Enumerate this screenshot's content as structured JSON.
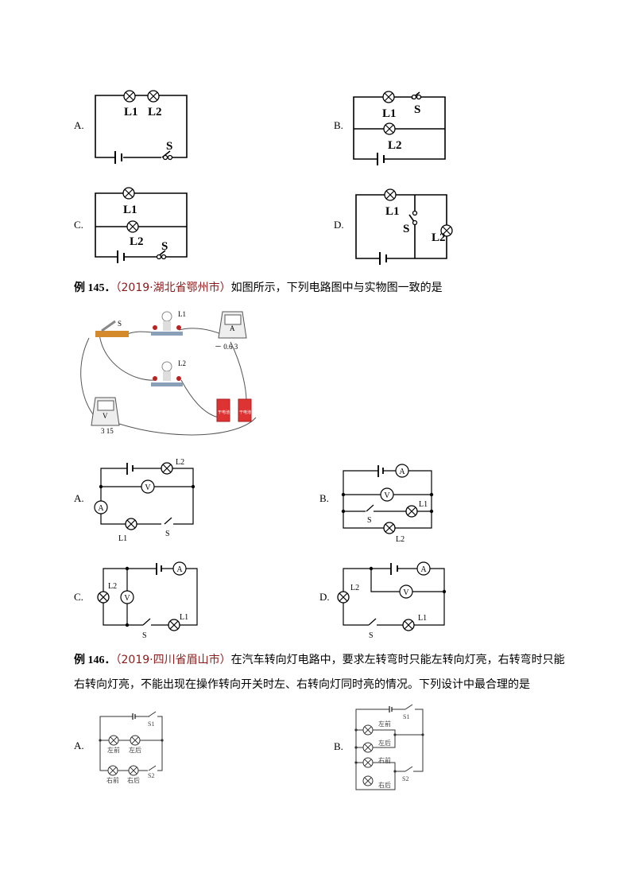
{
  "options": {
    "A": "A.",
    "B": "B.",
    "C": "C.",
    "D": "D."
  },
  "top_circuits": {
    "L1": "L1",
    "L2": "L2",
    "S": "S"
  },
  "example145": {
    "number": "例 145．",
    "source_open": "（",
    "source": "2019·湖北省鄂州市",
    "source_close": "）",
    "question": "如图所示，下列电路图中与实物图一致的是",
    "photo": {
      "S": "S",
      "L1": "L1",
      "L2": "L2",
      "ammeter": "A",
      "ammeter_terminals": "－ 0.6 3",
      "voltmeter": "V",
      "voltmeter_terminals": "3 15",
      "battery": "干电池"
    },
    "labels": {
      "A": "A",
      "V": "V",
      "L1": "L1",
      "L2": "L2",
      "S": "S"
    }
  },
  "example146": {
    "number": "例 146．",
    "source_open": "（",
    "source": "2019·四川省眉山市",
    "source_close": "）",
    "question_line1": "在汽车转向灯电路中，要求左转弯时只能左转向灯亮，右转弯时只能",
    "question_line2": "右转向灯亮，不能出现在操作转向开关时左、右转向灯同时亮的情况。下列设计中最合理的是",
    "labels": {
      "left_front": "左前",
      "left_rear": "左后",
      "right_front": "右前",
      "right_rear": "右后",
      "S1": "S1",
      "S2": "S2"
    }
  }
}
